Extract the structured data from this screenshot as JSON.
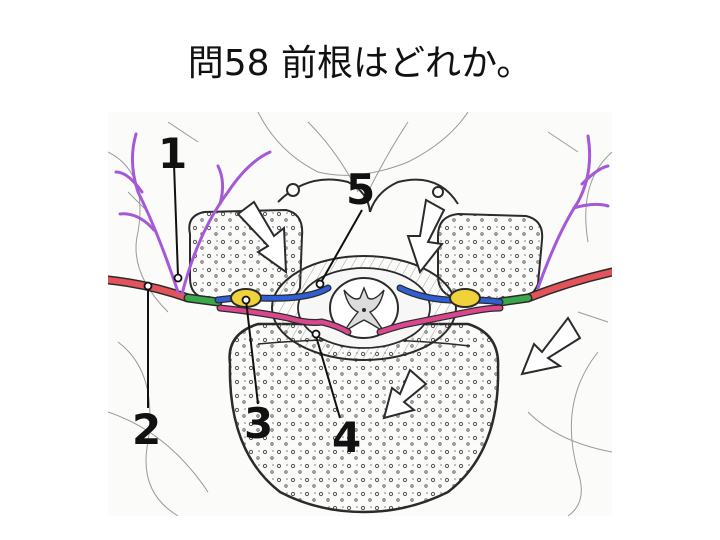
{
  "slide": {
    "title": "問58 前根はどれか。"
  },
  "diagram": {
    "labels": [
      "1",
      "2",
      "3",
      "4",
      "5"
    ],
    "colors": {
      "spinal_nerve": "#e2545a",
      "dorsal_root": "#2f5fd6",
      "ventral_root": "#d9478f",
      "ganglion": "#f0d33a",
      "rami_branch": "#a659d6",
      "junction": "#3aa84a",
      "outline": "#2b2b2b"
    }
  }
}
